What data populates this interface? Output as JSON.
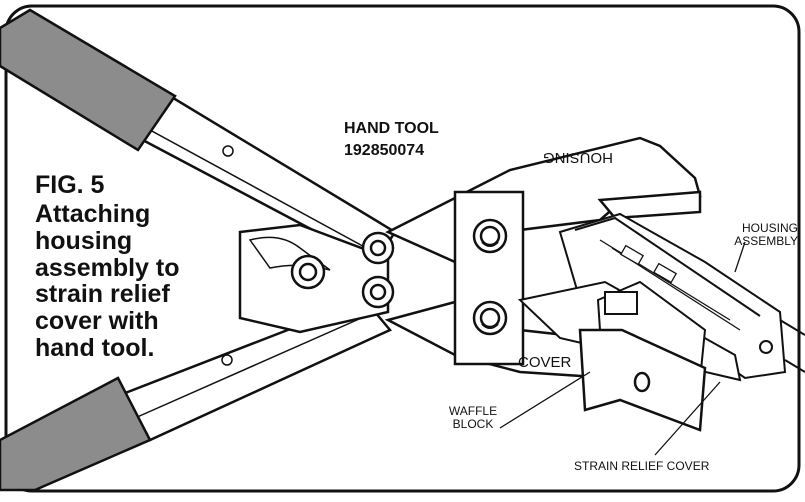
{
  "figure": {
    "number": "FIG. 5",
    "caption": "Attaching housing assembly to strain relief cover with hand tool."
  },
  "tool": {
    "name": "HAND TOOL",
    "part_number": "192850074"
  },
  "callouts": {
    "housing": "HOUSING",
    "housing_assembly": "HOUSING ASSEMBLY",
    "cover": "COVER",
    "waffle_block": "WAFFLE BLOCK",
    "strain_relief_cover": "STRAIN RELIEF COVER"
  },
  "colors": {
    "line": "#111111",
    "grip": "#8c8c8c",
    "paper": "#ffffff"
  }
}
